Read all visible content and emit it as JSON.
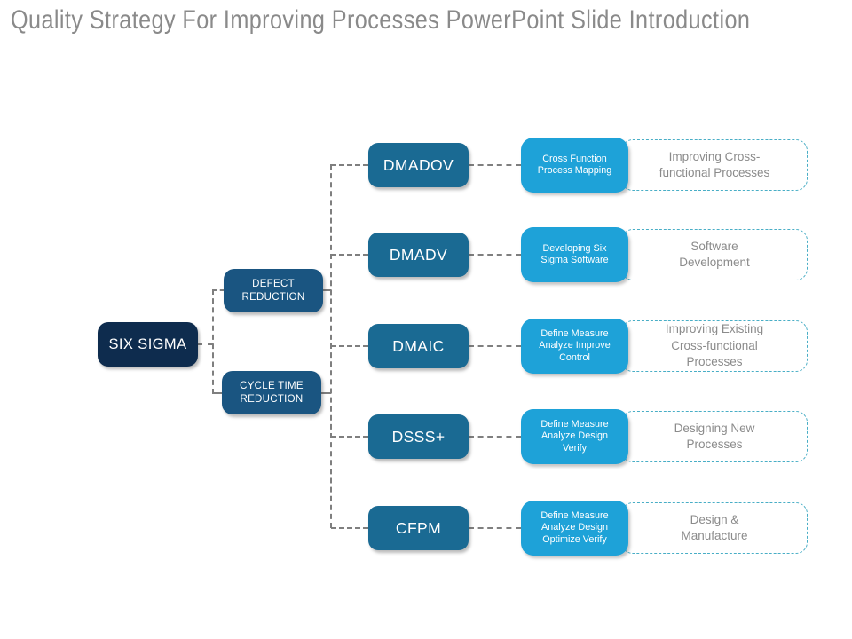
{
  "title": "Quality Strategy For Improving Processes PowerPoint Slide Introduction",
  "root": {
    "label": "SIX SIGMA"
  },
  "branches": [
    {
      "label": "DEFECT\nREDUCTION"
    },
    {
      "label": "CYCLE TIME\nREDUCTION"
    }
  ],
  "rows": [
    {
      "acronym": "DMADOV",
      "method": "Cross Function\nProcess Mapping",
      "outcome": "Improving Cross-\nfunctional Processes"
    },
    {
      "acronym": "DMADV",
      "method": "Developing Six\nSigma Software",
      "outcome": "Software\nDevelopment"
    },
    {
      "acronym": "DMAIC",
      "method": "Define Measure\nAnalyze  Improve\nControl",
      "outcome": "Improving Existing\nCross-functional\nProcesses"
    },
    {
      "acronym": "DSSS+",
      "method": "Define Measure\nAnalyze  Design\nVerify",
      "outcome": "Designing New\nProcesses"
    },
    {
      "acronym": "CFPM",
      "method": "Define Measure\nAnalyze  Design\nOptimize Verify",
      "outcome": "Design &\nManufacture"
    }
  ],
  "colors": {
    "title_text": "#8a8a8a",
    "root_fill": "#0e2c4e",
    "branch_fill": "#1a5581",
    "acronym_fill": "#1a6a93",
    "method_fill": "#1ea2d8",
    "outcome_border": "#49aec6",
    "outcome_text": "#8b8b8b",
    "connector": "#7f7f7f"
  }
}
